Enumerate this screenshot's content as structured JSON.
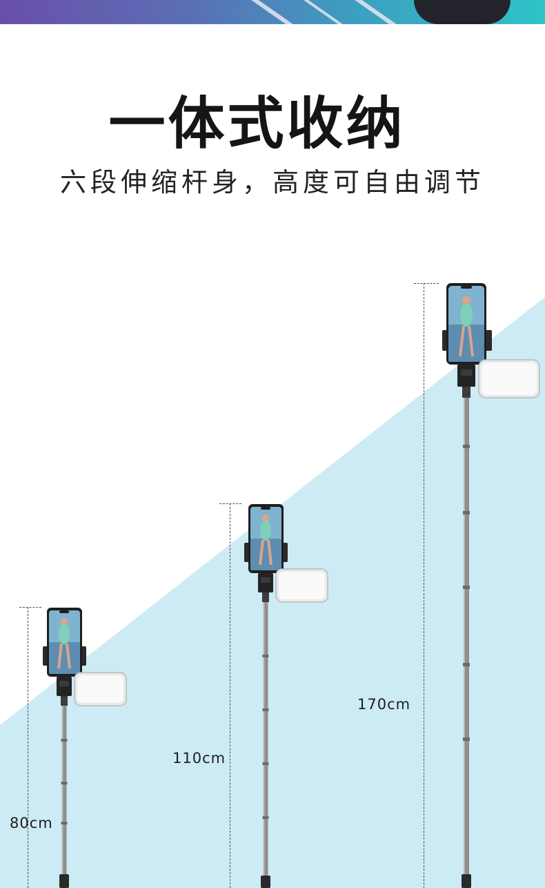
{
  "header": {
    "title": "一体式收纳",
    "subtitle": "六段伸缩杆身，高度可自由调节"
  },
  "heights": [
    {
      "label": "80cm"
    },
    {
      "label": "110cm"
    },
    {
      "label": "170cm"
    }
  ],
  "colors": {
    "wedge": "#cdebf4",
    "banner_start": "#6a4fa8",
    "banner_end": "#2fc3c9",
    "text_dark": "#151515"
  }
}
